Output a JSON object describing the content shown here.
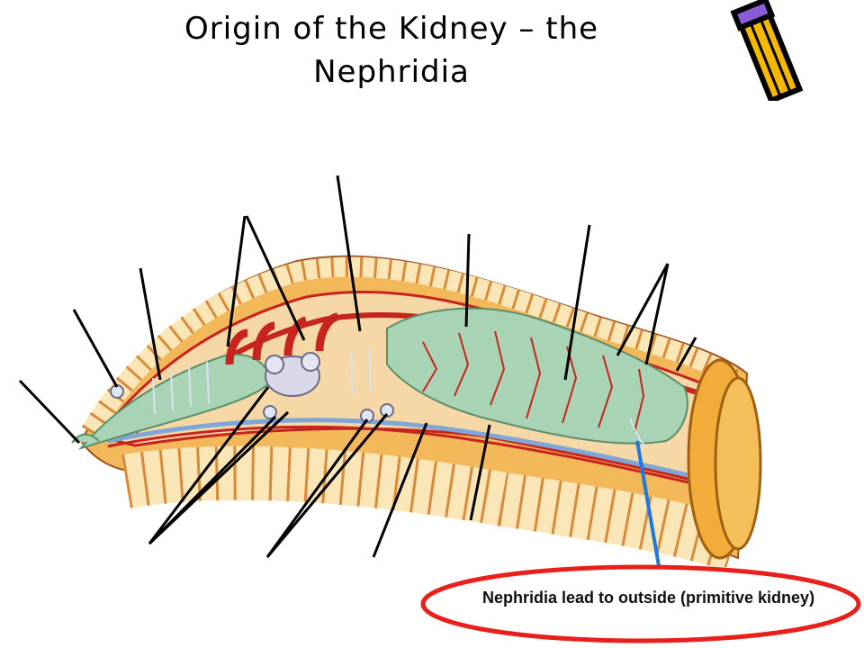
{
  "slide": {
    "title_line1": "Origin of the Kidney – the",
    "title_line2": "Nephridia",
    "callout_text": "Nephridia lead to outside (primitive kidney)"
  },
  "colors": {
    "body_orange": "#f2b85a",
    "segment_light": "#fbe6b8",
    "gut_green": "#a9d3b5",
    "vessel_red": "#c8241e",
    "nerve_blue": "#7ea6d6",
    "highlight_red": "#e8201c",
    "arrow_blue": "#1e78e0"
  },
  "icons": [
    "pencil-icon"
  ]
}
